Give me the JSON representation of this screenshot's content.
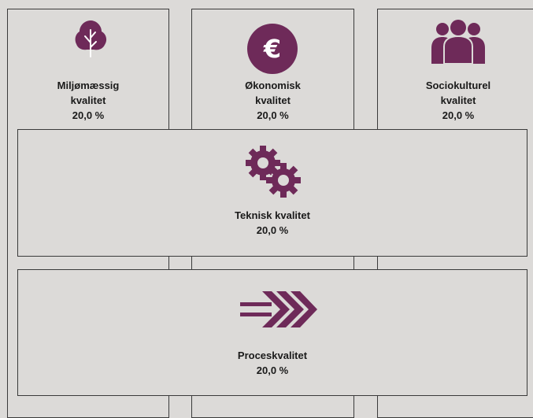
{
  "accent_color": "#6e2a59",
  "categories": [
    {
      "id": "miljo",
      "icon": "tree-icon",
      "line1": "Miljømæssig",
      "line2": "kvalitet",
      "percent": "20,0 %"
    },
    {
      "id": "okonomi",
      "icon": "euro-icon",
      "line1": "Økonomisk",
      "line2": "kvalitet",
      "percent": "20,0 %"
    },
    {
      "id": "socio",
      "icon": "people-group-icon",
      "line1": "Sociokulturel",
      "line2": "kvalitet",
      "percent": "20,0 %"
    },
    {
      "id": "teknisk",
      "icon": "gears-icon",
      "line1": "Teknisk kvalitet",
      "percent": "20,0 %"
    },
    {
      "id": "proces",
      "icon": "process-arrows-icon",
      "line1": "Proceskvalitet",
      "percent": "20,0 %"
    }
  ]
}
